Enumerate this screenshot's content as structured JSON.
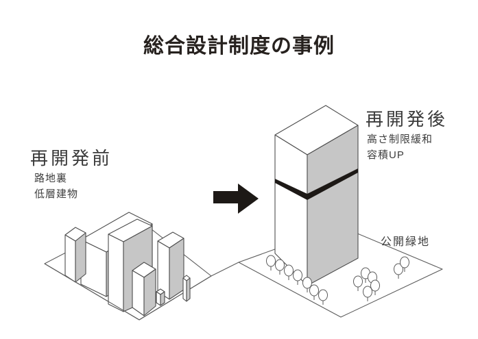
{
  "title": "総合設計制度の事例",
  "before": {
    "heading": "再開発前",
    "notes": [
      "路地裏",
      "低層建物"
    ]
  },
  "after": {
    "heading": "再開発後",
    "notes": [
      "高さ制限緩和",
      "容積UP"
    ],
    "green_space_label": "公開緑地"
  },
  "icons": {
    "transform_arrow": "right-arrow-icon",
    "tree": "tree-icon"
  },
  "colors": {
    "background": "#ffffff",
    "title_text": "#26211e",
    "label_text": "#3a3a3a",
    "building_fill": "#ffffff",
    "building_shade": "#c6c6c6",
    "building_outline": "#4d4d4d",
    "ground_outline": "#5c5c5c",
    "height_limit_band": "#1d1916",
    "arrow": "#1d1916"
  }
}
